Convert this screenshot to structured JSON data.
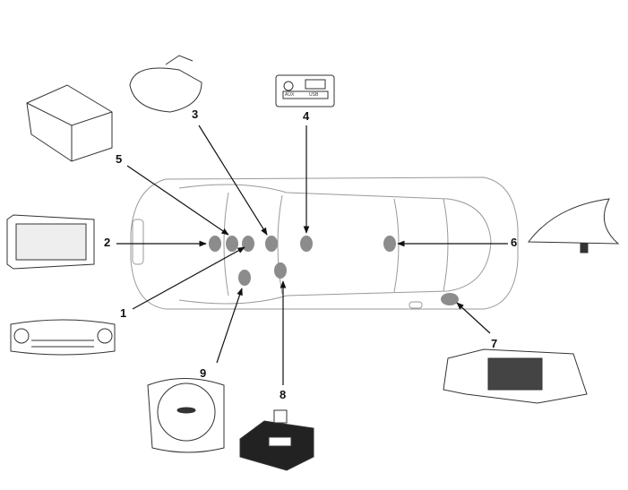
{
  "callouts": [
    "1",
    "2",
    "3",
    "4",
    "5",
    "6",
    "7",
    "8",
    "9"
  ],
  "aux_usb": {
    "aux_label": "AUX",
    "usb_label": "USB"
  },
  "colors": {
    "marker": "#8c8c8c",
    "line": "#111111",
    "outline": "#9a9a9a"
  }
}
